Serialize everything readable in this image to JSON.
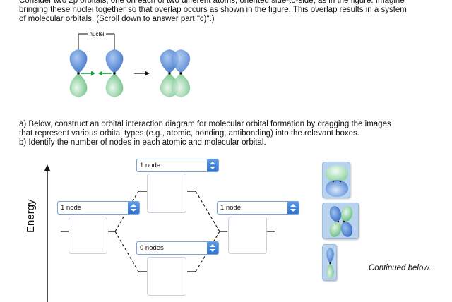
{
  "intro": {
    "line1": "Consider two 2p orbitals, one on each of two different atoms, oriented side-to-side, as in the figure. Imagine",
    "line2": "bringing these nuclei together so that overlap occurs as shown in the figure. This overlap results in a system",
    "line3": "of molecular orbitals. (Scroll down to answer part \"c)\".)"
  },
  "figure": {
    "nuclei_label": "nuclei"
  },
  "questions": {
    "a_line1": "a) Below, construct an orbital interaction diagram for molecular orbital formation by dragging the images",
    "a_line2": "that represent various orbital types (e.g., atomic, bonding, antibonding) into the relevant boxes.",
    "b_line": "b) Identify the number of nodes in each atomic and molecular orbital."
  },
  "diagram": {
    "axis_label": "Energy",
    "selects": {
      "top_mo": "1 node",
      "left_ao": "1 node",
      "right_ao": "1 node",
      "bottom_mo": "0 nodes"
    }
  },
  "tiles": [
    "bonding-pi-orbital-image",
    "antibonding-pi-orbital-image",
    "atomic-p-orbital-image"
  ],
  "footer": {
    "continued": "Continued below..."
  },
  "colors": {
    "blue_lobe": "#4f86d6",
    "green_lobe": "#74c68a",
    "select_border": "#7da4d6",
    "select_button": "#2e73cf",
    "arrow_green": "#18a23a"
  }
}
